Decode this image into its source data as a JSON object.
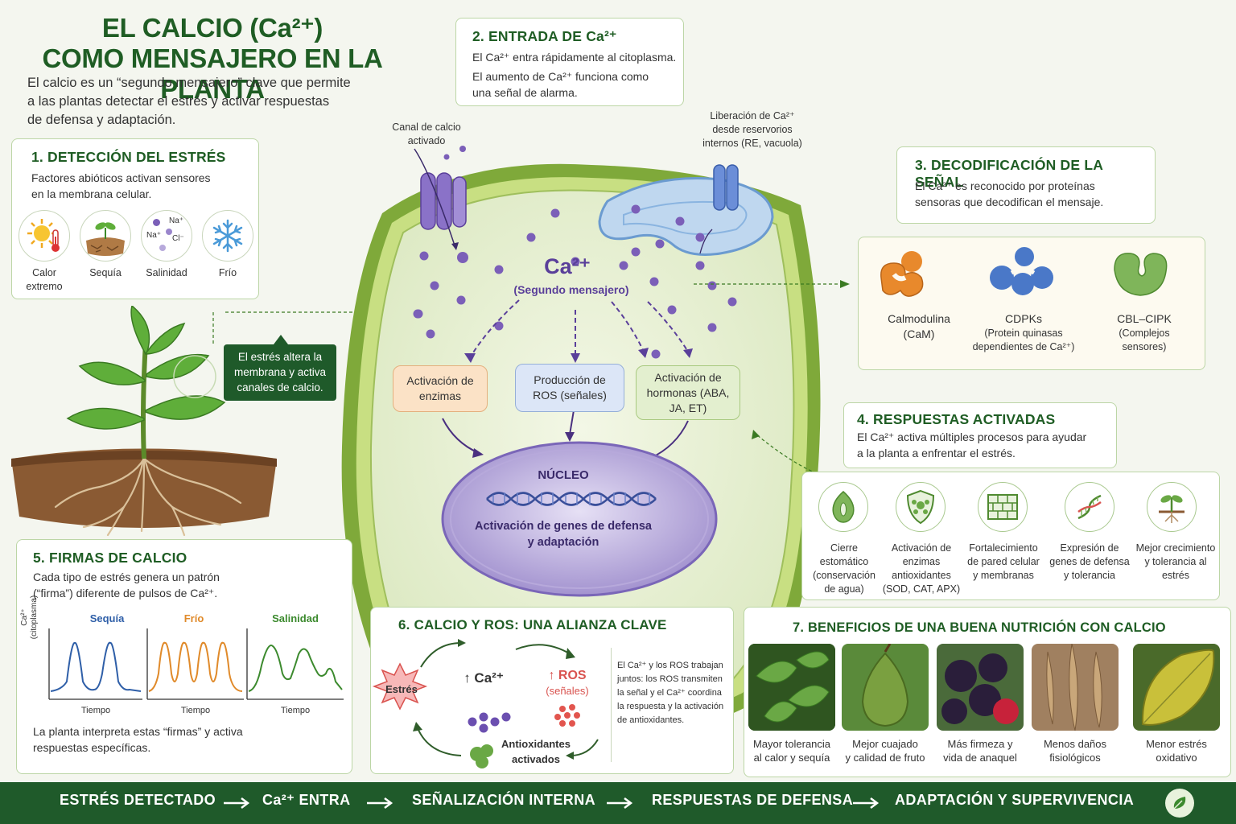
{
  "title": {
    "line1": "EL CALCIO (Ca²⁺)",
    "line2": "COMO MENSAJERO EN LA PLANTA"
  },
  "intro": {
    "l1": "El calcio es un “segundo mensajero” clave que permite",
    "l2": "a las plantas detectar el estrés y activar respuestas",
    "l3": "de defensa y adaptación."
  },
  "s1": {
    "title": "1. DETECCIÓN DEL ESTRÉS",
    "l1": "Factores abióticos activan sensores",
    "l2": "en la membrana celular.",
    "items": [
      {
        "l1": "Calor",
        "l2": "extremo",
        "icon": "sun-thermometer-icon"
      },
      {
        "l1": "Sequía",
        "l2": "",
        "icon": "dry-soil-sprout-icon"
      },
      {
        "l1": "Salinidad",
        "l2": "",
        "icon": "salt-ions-icon"
      },
      {
        "l1": "Frío",
        "l2": "",
        "icon": "snowflake-icon"
      }
    ],
    "ions": {
      "na1": "Na⁺",
      "na2": "Na⁺",
      "cl": "Cl⁻"
    }
  },
  "callout": {
    "l1": "El estrés altera la",
    "l2": "membrana y activa",
    "l3": "canales de calcio."
  },
  "s2": {
    "title": "2. ENTRADA DE Ca²⁺",
    "l1": "El Ca²⁺ entra rápidamente al citoplasma.",
    "l2": "El aumento de Ca²⁺ funciona como",
    "l3": "una señal de alarma."
  },
  "cell": {
    "channel_l1": "Canal de calcio",
    "channel_l2": "activado",
    "release_l1": "Liberación de Ca²⁺",
    "release_l2": "desde reservorios",
    "release_l3": "internos (RE, vacuola)",
    "ca": "Ca²⁺",
    "ca_sub": "(Segundo mensajero)",
    "box1_l1": "Activación de",
    "box1_l2": "enzimas",
    "box2_l1": "Producción de",
    "box2_l2": "ROS (señales)",
    "box3_l1": "Activación de",
    "box3_l2": "hormonas (ABA,",
    "box3_l3": "JA, ET)",
    "nucleus": "NÚCLEO",
    "genes_l1": "Activación de genes de defensa",
    "genes_l2": "y adaptación"
  },
  "s3": {
    "title": "3. DECODIFICACIÓN DE LA SEÑAL",
    "l1": "El Ca²⁺ es reconocido por proteínas",
    "l2": "sensoras que decodifican el mensaje.",
    "sensors": [
      {
        "name": "Calmodulina",
        "sub1": "(CaM)",
        "sub2": "",
        "color": "#e8892c"
      },
      {
        "name": "CDPKs",
        "sub1": "(Protein quinasas",
        "sub2": "dependientes de Ca²⁺)",
        "color": "#4a78c8"
      },
      {
        "name": "CBL–CIPK",
        "sub1": "(Complejos",
        "sub2": "sensores)",
        "color": "#7fb55a"
      }
    ]
  },
  "s4": {
    "title": "4. RESPUESTAS ACTIVADAS",
    "l1": "El Ca²⁺ activa múltiples procesos para ayudar",
    "l2": "a la planta a enfrentar el estrés.",
    "items": [
      {
        "lines": [
          "Cierre",
          "estomático",
          "(conservación",
          "de agua)"
        ],
        "icon": "stoma-icon"
      },
      {
        "lines": [
          "Activación de",
          "enzimas",
          "antioxidantes",
          "(SOD, CAT, APX)"
        ],
        "icon": "shield-enzyme-icon"
      },
      {
        "lines": [
          "Fortalecimiento",
          "de pared celular",
          "y membranas"
        ],
        "icon": "brick-wall-icon"
      },
      {
        "lines": [
          "Expresión de",
          "genes de defensa",
          "y tolerancia"
        ],
        "icon": "dna-icon"
      },
      {
        "lines": [
          "Mejor crecimiento",
          "y tolerancia al",
          "estrés"
        ],
        "icon": "seedling-roots-icon"
      }
    ]
  },
  "s5": {
    "title": "5. FIRMAS DE CALCIO",
    "l1": "Cada tipo de estrés genera un patrón",
    "l2": "(“firma”) diferente de pulsos de Ca²⁺.",
    "ylabel_l1": "Ca²⁺",
    "ylabel_l2": "(citoplasma)",
    "plots": [
      {
        "name": "Sequía",
        "xlabel": "Tiempo",
        "color": "#2f5fa8"
      },
      {
        "name": "Frío",
        "xlabel": "Tiempo",
        "color": "#e08a2a"
      },
      {
        "name": "Salinidad",
        "xlabel": "Tiempo",
        "color": "#3c8a2e"
      }
    ],
    "f1": "La planta interpreta estas “firmas” y activa",
    "f2": "respuestas específicas."
  },
  "s6": {
    "title": "6. CALCIO Y ROS: UNA ALIANZA CLAVE",
    "stress": "Estrés",
    "ca": "↑ Ca²⁺",
    "ros": "↑ ROS",
    "ros_sub": "(señales)",
    "anti_l1": "Antioxidantes",
    "anti_l2": "activados",
    "text": [
      "El Ca²⁺ y los ROS trabajan",
      "juntos: los ROS transmiten",
      "la señal y el Ca²⁺ coordina",
      "la respuesta y la activación",
      "de antioxidantes."
    ]
  },
  "s7": {
    "title": "7. BENEFICIOS DE UNA BUENA NUTRICIÓN CON CALCIO",
    "items": [
      {
        "l1": "Mayor tolerancia",
        "l2": "al calor y sequía"
      },
      {
        "l1": "Mejor cuajado",
        "l2": "y calidad de fruto"
      },
      {
        "l1": "Más firmeza y",
        "l2": "vida de anaquel"
      },
      {
        "l1": "Menos daños",
        "l2": "fisiológicos"
      },
      {
        "l1": "Menor estrés",
        "l2": "oxidativo"
      }
    ]
  },
  "bottom": [
    "ESTRÉS DETECTADO",
    "Ca²⁺ ENTRA",
    "SEÑALIZACIÓN INTERNA",
    "RESPUESTAS DE DEFENSA",
    "ADAPTACIÓN Y SUPERVIVENCIA"
  ],
  "colors": {
    "dark_green": "#1f5d24",
    "bar_green": "#1f5a2a",
    "calcium_purple": "#5a3f9a",
    "ros_red": "#d9534f"
  }
}
